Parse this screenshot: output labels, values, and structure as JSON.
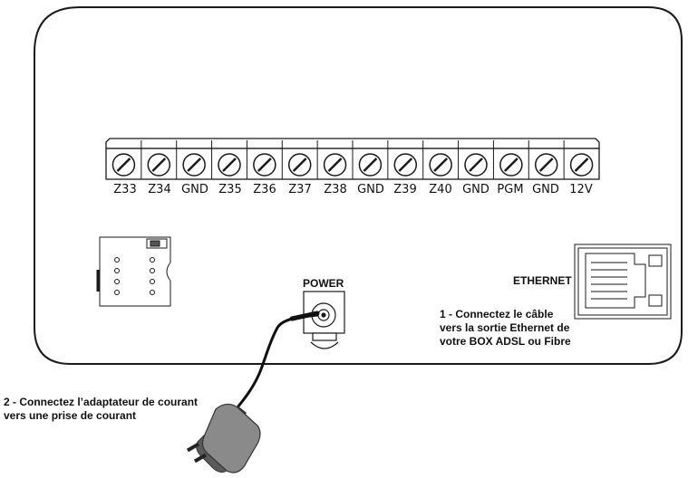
{
  "terminals": [
    "Z33",
    "Z34",
    "GND",
    "Z35",
    "Z36",
    "Z37",
    "Z38",
    "GND",
    "Z39",
    "Z40",
    "GND",
    "PGM",
    "GND",
    "12V"
  ],
  "power_label": "POWER",
  "ethernet_label": "ETHERNET",
  "instruction_1": [
    "1 - Connectez le câble",
    "vers la sortie Ethernet de",
    "votre BOX ADSL ou Fibre"
  ],
  "instruction_2": [
    "2 - Connectez l’adaptateur de courant",
    "vers une prise de courant"
  ],
  "colors": {
    "line": "#1a1a1a",
    "adapter": "#8a8a8a",
    "adapter_dark": "#5a5a5a",
    "cable": "#111111"
  }
}
